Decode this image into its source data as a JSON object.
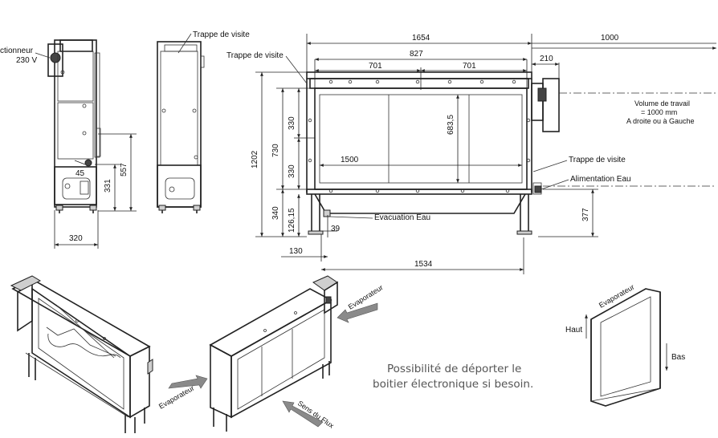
{
  "labels": {
    "actionneur": "ctionneur",
    "voltage": "230 V",
    "trappe_top_side": "Trappe de visite",
    "trappe_top_front": "Trappe de visite",
    "trappe_right": "Trappe de visite",
    "volume_line1": "Volume de travail",
    "volume_line2": "= 1000 mm",
    "volume_line3": "A droite ou à Gauche",
    "alimentation": "Alimentation Eau",
    "evacuation": "Evacuation Eau",
    "evap_iso_center": "Evaporateur",
    "evap_iso_left": "Evaporateur",
    "sens_flux": "Sens du Flux",
    "evap_box": "Evaporateur",
    "haut": "Haut",
    "bas": "Bas",
    "note_line1": "Possibilité de déporter le",
    "note_line2": "boitier électronique si besoin."
  },
  "dimensions": {
    "d1654": "1654",
    "d1000": "1000",
    "d827": "827",
    "d701a": "701",
    "d701b": "701",
    "d210": "210",
    "d1202": "1202",
    "d730": "730",
    "d330a": "330",
    "d330b": "330",
    "d683": "683,5",
    "d1500": "1500",
    "d340": "340",
    "d126": "126,15",
    "d39": "39",
    "d130": "130",
    "d1534": "1534",
    "d377": "377",
    "d45": "45",
    "d331": "331",
    "d557": "557",
    "d320": "320"
  }
}
